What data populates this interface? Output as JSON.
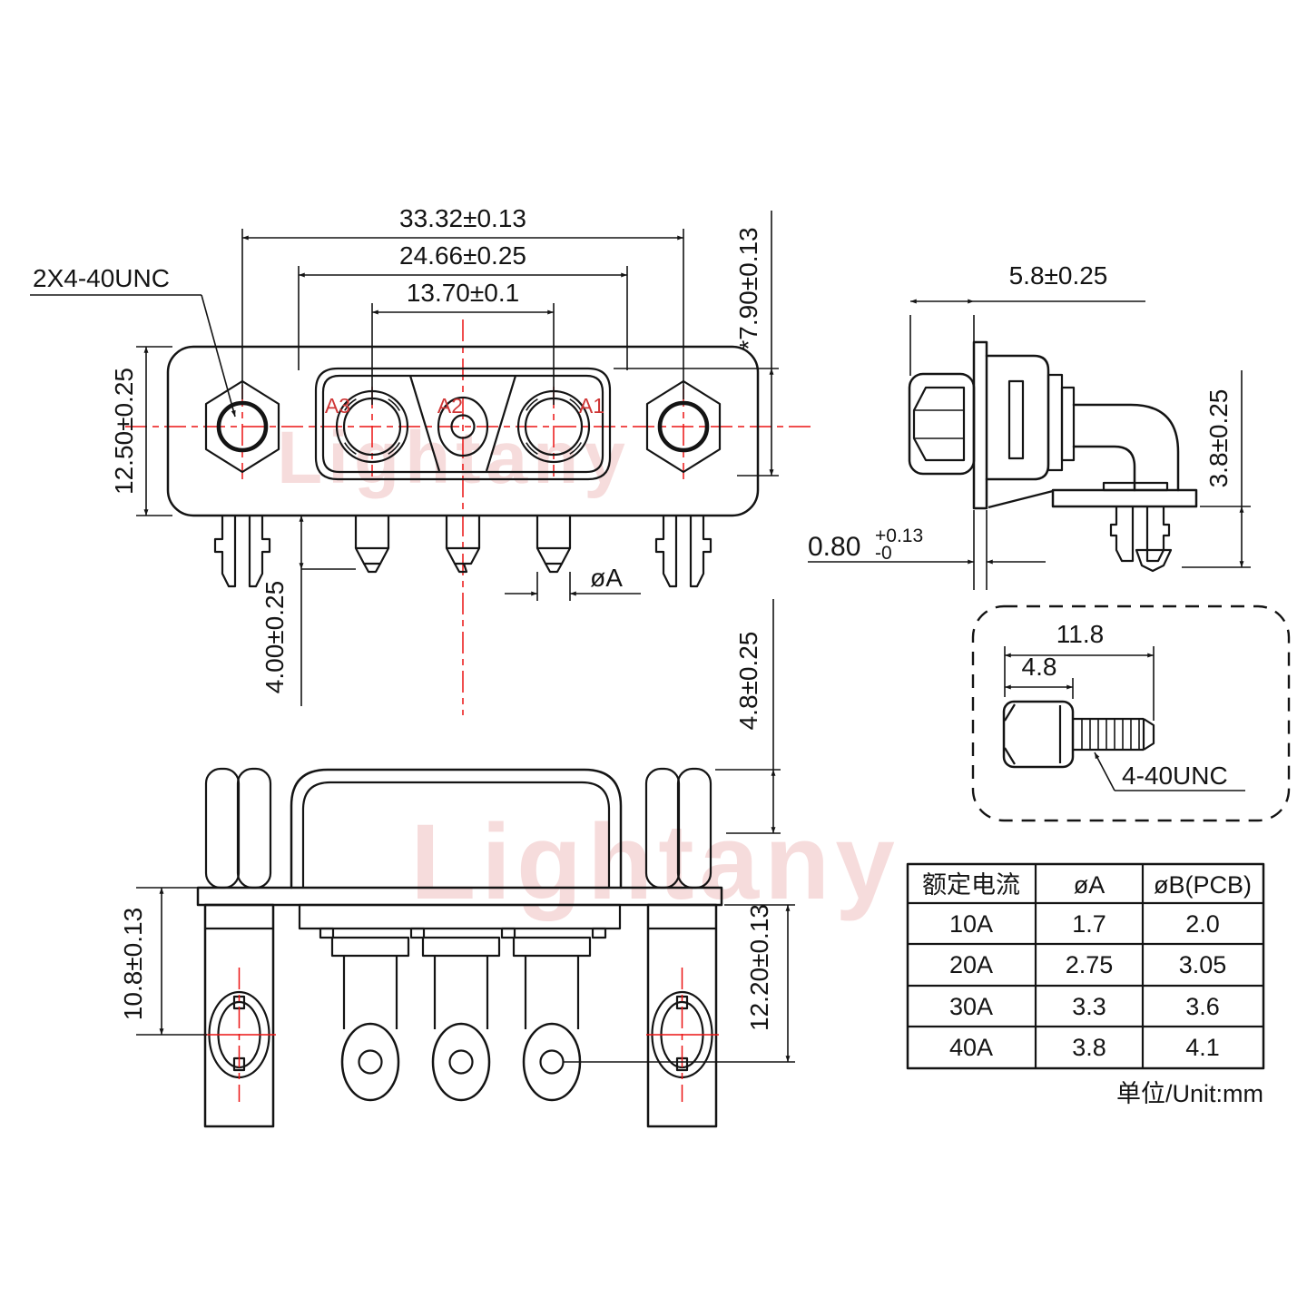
{
  "watermark": {
    "text": "Lightany"
  },
  "front_view": {
    "labels": {
      "a3": "A3",
      "a2": "A2",
      "a1": "A1"
    },
    "dims": {
      "mount_span": "33.32±0.13",
      "shell_span": "24.66±0.25",
      "contact_span": "13.70±0.1",
      "body_height": "12.50±0.25",
      "insert_height": "*7.90±0.13",
      "thread_callout": "2X4-40UNC",
      "pin_length": "4.00±0.25",
      "pin_dia": "øA"
    }
  },
  "side_view": {
    "dims": {
      "depth": "5.8±0.25",
      "bracket_height": "3.8±0.25",
      "flange_main": "0.80",
      "flange_sup": "+0.13",
      "flange_sub": "-0"
    }
  },
  "bottom_view": {
    "dims": {
      "standoff_height": "4.8±0.25",
      "screw_offset": "10.8±0.13",
      "pin_depth": "12.20±0.13"
    }
  },
  "screw_detail": {
    "dims": {
      "total_length": "11.8",
      "head_length": "4.8"
    },
    "thread_label": "4-40UNC"
  },
  "table": {
    "headers": [
      "额定电流",
      "øA",
      "øB(PCB)"
    ],
    "rows": [
      [
        "10A",
        "1.7",
        "2.0"
      ],
      [
        "20A",
        "2.75",
        "3.05"
      ],
      [
        "30A",
        "3.3",
        "3.6"
      ],
      [
        "40A",
        "3.8",
        "4.1"
      ]
    ],
    "unit_note": "单位/Unit:mm"
  },
  "colors": {
    "line": "#141414",
    "centerline": "#ec1414",
    "contact_label": "#cf3636",
    "watermark": "#e9a6a6"
  }
}
